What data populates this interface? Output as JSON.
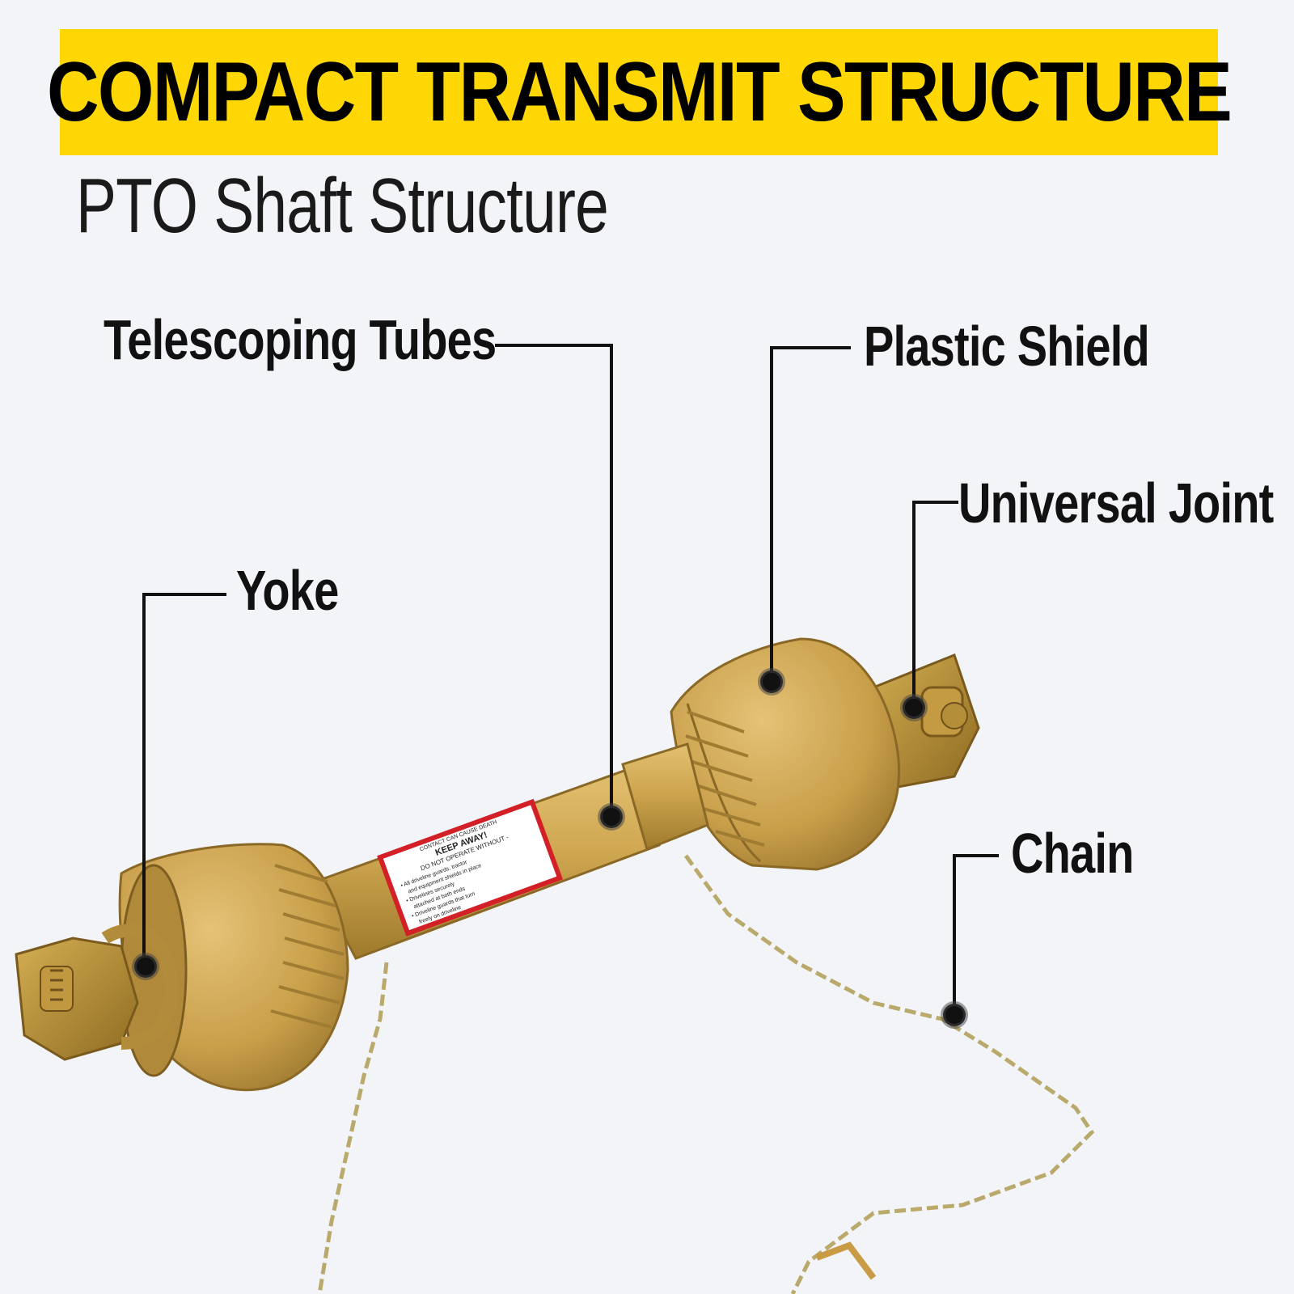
{
  "header": {
    "banner_title": "COMPACT TRANSMIT STRUCTURE",
    "subtitle": "PTO Shaft Structure"
  },
  "callouts": {
    "telescoping_tubes": "Telescoping Tubes",
    "plastic_shield": "Plastic Shield",
    "universal_joint": "Universal Joint",
    "yoke": "Yoke",
    "chain": "Chain"
  },
  "warning_label": {
    "line1": "CONTACT CAN CAUSE DEATH",
    "line2": "KEEP AWAY!",
    "line3": "DO NOT OPERATE WITHOUT -",
    "line4": "• All driveline guards, tractor",
    "line5": "and equipment shields in place",
    "line6": "• Drivelines securely",
    "line7": "attached at both ends",
    "line8": "• Driveline guards that turn",
    "line9": "freely on driveline"
  },
  "colors": {
    "banner": "#ffd705",
    "background": "#f3f4f8",
    "shaft": "#c9a24a",
    "chain": "#b8a86a",
    "warning_red": "#d32027"
  }
}
